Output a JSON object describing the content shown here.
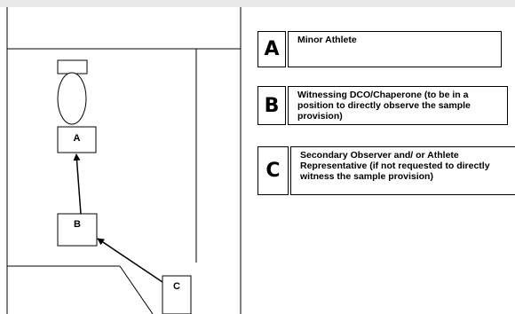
{
  "floor_plan": {
    "labels": {
      "a": "A",
      "b": "B",
      "c": "C"
    }
  },
  "legend": {
    "items": [
      {
        "letter": "A",
        "text": "Minor Athlete"
      },
      {
        "letter": "B",
        "text": "Witnessing DCO/Chaperone (to be in a position to directly observe the sample provision)"
      },
      {
        "letter": "C",
        "text": "Secondary Observer and/ or Athlete Representative (if not requested to directly witness the sample provision)"
      }
    ]
  },
  "colors": {
    "stroke": "#000000",
    "background": "#ffffff",
    "top_bar": "#e9e9e9"
  }
}
